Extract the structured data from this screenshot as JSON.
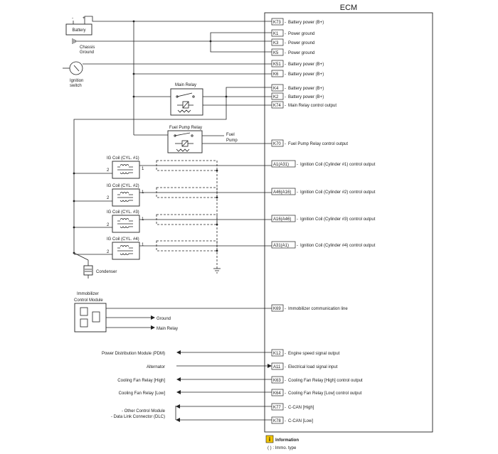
{
  "ecm": {
    "title": "ECM",
    "pins": [
      {
        "pin": "K73",
        "label": "Battery power (B+)"
      },
      {
        "pin": "K1",
        "label": "Power ground"
      },
      {
        "pin": "K3",
        "label": "Power ground"
      },
      {
        "pin": "K5",
        "label": "Power ground"
      },
      {
        "pin": "K51",
        "label": "Battery power (B+)"
      },
      {
        "pin": "K6",
        "label": "Battery power (B+)"
      },
      {
        "pin": "K4",
        "label": "Battery power (B+)"
      },
      {
        "pin": "K2",
        "label": "Battery power (B+)"
      },
      {
        "pin": "K74",
        "label": "Main Relay control output"
      },
      {
        "pin": "K70",
        "label": "Fuel Pump Relay control output"
      },
      {
        "pin": "A1(A31)",
        "label": "Ignition Coil (Cylinder #1) control output"
      },
      {
        "pin": "A46(A16)",
        "label": "Ignition Coil (Cylinder #2) control output"
      },
      {
        "pin": "A16(A46)",
        "label": "Ignition Coil (Cylinder #3) control output"
      },
      {
        "pin": "A31(A1)",
        "label": "Ignition Coil (Cylinder #4) control output"
      },
      {
        "pin": "K69",
        "label": "Immobilizer communication line"
      },
      {
        "pin": "K12",
        "label": "Engine speed signal output"
      },
      {
        "pin": "A11",
        "label": "Electrical load signal input"
      },
      {
        "pin": "K63",
        "label": "Cooling Fan Relay [High] control output"
      },
      {
        "pin": "K64",
        "label": "Cooling Fan Relay [Low] control output"
      },
      {
        "pin": "K77",
        "label": "C-CAN [High]"
      },
      {
        "pin": "K78",
        "label": "C-CAN [Low]"
      }
    ]
  },
  "components": {
    "battery": "Battery",
    "battery_minus": "-",
    "battery_plus": "+",
    "chassis_ground": [
      "Chassis",
      "Ground"
    ],
    "ignition_switch": [
      "Ignition",
      "switch"
    ],
    "main_relay": "Main Relay",
    "fuel_pump_relay": "Fuel Pump Relay",
    "fuel_pump": [
      "Fuel",
      "Pump"
    ],
    "condenser": "Condenser",
    "immobilizer": [
      "Immobilizer",
      "Control Module"
    ],
    "ground": "Ground",
    "main_relay_out": "Main Relay",
    "ig_coils": [
      {
        "title": "IG Coil (CYL. #1)",
        "pin_left": "2",
        "pin_right": "1"
      },
      {
        "title": "IG Coil (CYL. #2)",
        "pin_left": "2",
        "pin_right": "1"
      },
      {
        "title": "IG Coil (CYL. #3)",
        "pin_left": "2",
        "pin_right": "1"
      },
      {
        "title": "IG Coil (CYL. #4)",
        "pin_left": "2",
        "pin_right": "1"
      }
    ]
  },
  "outputs": {
    "pdm": "Power Distribution Module (PDM)",
    "alternator": "Alternator",
    "fan_high": "Cooling Fan Relay [High]",
    "fan_low": "Cooling Fan Relay [Low]",
    "other_modules": [
      "- Other Control Module",
      "- Data Link Connector (DLC)"
    ]
  },
  "info": {
    "title": "Information",
    "note": "( ) : Immo. type"
  }
}
